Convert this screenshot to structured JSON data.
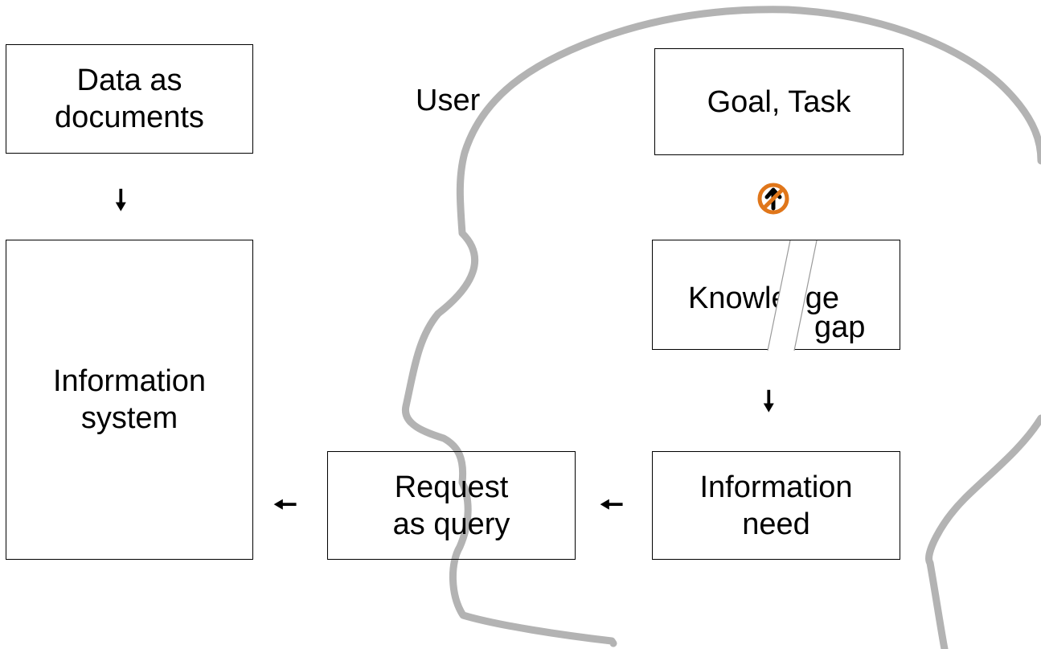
{
  "diagram": {
    "user_label": "User",
    "boxes": {
      "data_documents": "Data as\ndocuments",
      "information_system": "Information\nsystem",
      "request_query": "Request\nas query",
      "information_need": "Information\nneed",
      "goal_task": "Goal, Task",
      "knowledge_gap_line1": "Knowledge",
      "knowledge_gap_line2": "gap"
    },
    "arrows": {
      "down": "🠗",
      "left": "🠔"
    },
    "icons": {
      "prohibition": "no-entry-up-arrow-icon",
      "head": "head-silhouette-icon"
    },
    "colors": {
      "head_outline": "#b3b3b3",
      "prohibition": "#e0761a",
      "box_border": "#000000"
    }
  }
}
